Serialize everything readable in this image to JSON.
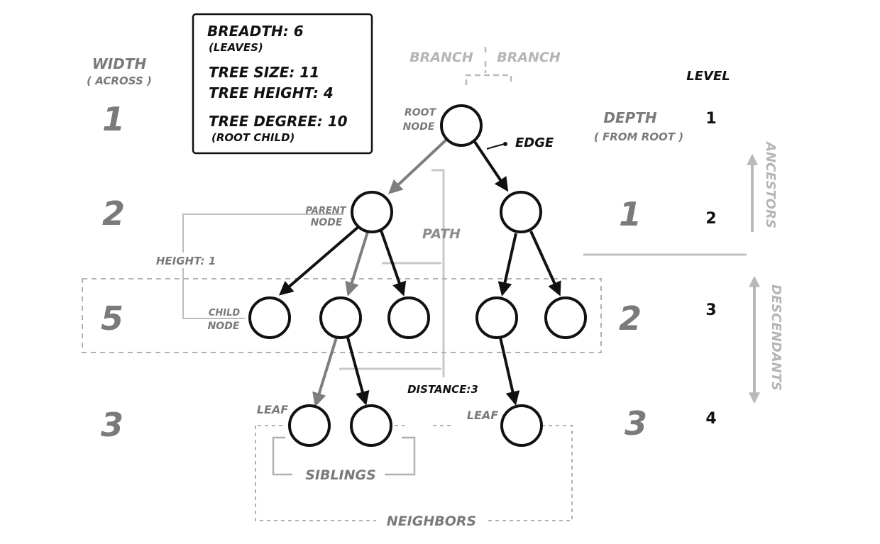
{
  "info_box": {
    "breadth": "BREADTH: 6",
    "breadth_note": "(LEAVES)",
    "tree_size": "TREE SIZE: 11",
    "tree_height": "TREE HEIGHT: 4",
    "tree_degree": "TREE DEGREE: 10",
    "degree_note": "(ROOT CHILD)"
  },
  "width_column": {
    "title": "WIDTH",
    "subtitle": "( ACROSS )",
    "values": [
      "1",
      "2",
      "5",
      "3"
    ]
  },
  "depth_column": {
    "title": "DEPTH",
    "subtitle": "( FROM ROOT )",
    "values": [
      "1",
      "2",
      "3"
    ]
  },
  "level_column": {
    "title": "LEVEL",
    "values": [
      "1",
      "2",
      "3",
      "4"
    ]
  },
  "labels": {
    "branch_left": "BRANCH",
    "branch_right": "BRANCH",
    "root_node_line1": "ROOT",
    "root_node_line2": "NODE",
    "edge": "EDGE",
    "parent_node_line1": "PARENT",
    "parent_node_line2": "NODE",
    "path": "PATH",
    "height": "HEIGHT: 1",
    "child_node_line1": "CHILD",
    "child_node_line2": "NODE",
    "distance": "DISTANCE:3",
    "leaf_left": "LEAF",
    "leaf_right": "LEAF",
    "siblings": "SIBLINGS",
    "neighbors": "NEIGHBORS",
    "ancestors": "ANCESTORS",
    "descendants": "DESCENDANTS"
  },
  "colors": {
    "ink": "#111111",
    "gray_edge": "#7e7e7e",
    "light_guide": "#c8c8c8"
  }
}
